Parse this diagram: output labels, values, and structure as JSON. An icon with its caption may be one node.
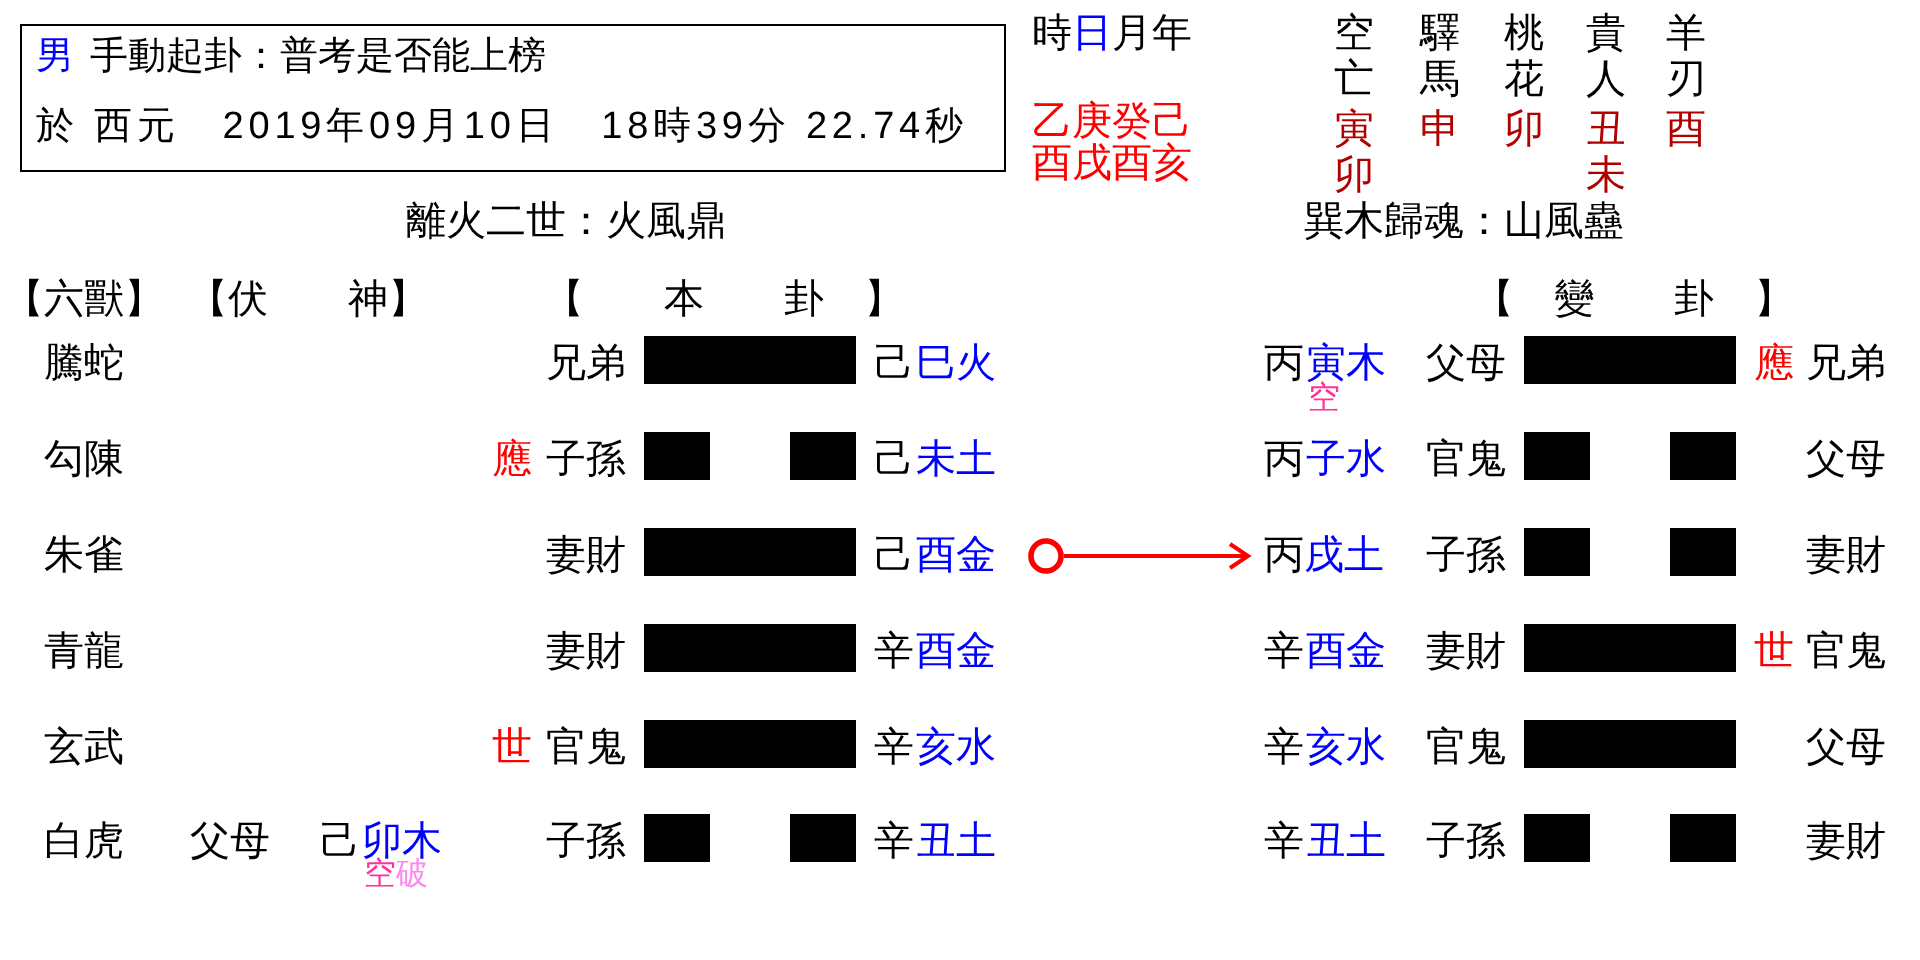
{
  "diagram": {
    "nodes": [
      {
        "text": [
          "男",
          "手動起卦：普考是否能上榜",
          "於 西元　2019年09月10日　18時39分 22.74秒"
        ]
      },
      {
        "text": [],
        "shape": "circle"
      },
      {
        "text": [
          "丙",
          "戌土"
        ]
      }
    ],
    "edges": [
      {
        "from": 1,
        "to": 2,
        "arrow": "to",
        "color": "#ff0000"
      }
    ],
    "labels": [
      "時",
      "日",
      "月",
      "年",
      "空亡",
      "驛馬",
      "桃花",
      "貴人",
      "羊刃",
      "乙庚癸己",
      "寅",
      "申",
      "卯",
      "丑",
      "酉",
      "酉戌酉亥",
      "卯",
      "未",
      "離火二世：火風鼎",
      "巽木歸魂：山風蠱",
      "【六獸】",
      "【伏　　神】",
      "【　　本　　卦　】",
      "【　變　　卦　】",
      "騰蛇",
      "兄弟",
      "己",
      "巳火",
      "丙",
      "寅木",
      "父母",
      "應",
      "兄弟",
      "空",
      "勾陳",
      "應",
      "子孫",
      "己",
      "未土",
      "丙",
      "子水",
      "官鬼",
      "父母",
      "朱雀",
      "妻財",
      "己",
      "酉金",
      "子孫",
      "妻財",
      "青龍",
      "妻財",
      "辛",
      "酉金",
      "辛",
      "酉金",
      "妻財",
      "世",
      "官鬼",
      "玄武",
      "世",
      "官鬼",
      "辛",
      "亥水",
      "辛",
      "亥水",
      "官鬼",
      "父母",
      "白虎",
      "父母",
      "己",
      "卯木",
      "子孫",
      "辛",
      "丑土",
      "辛",
      "丑土",
      "子孫",
      "妻財",
      "空",
      "破"
    ]
  }
}
